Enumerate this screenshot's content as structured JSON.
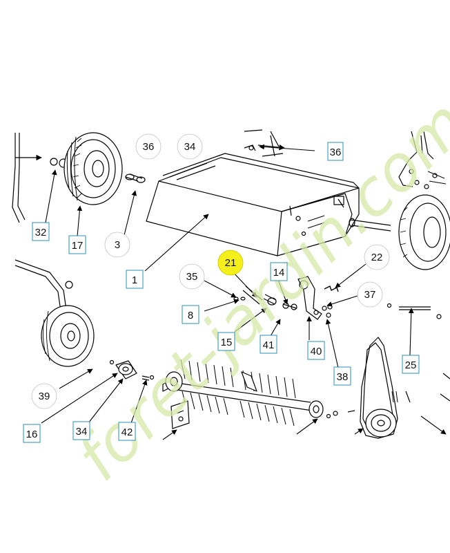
{
  "watermark": {
    "text": "foret-jardin.com",
    "color": "#cfe3a0"
  },
  "highlight_color": "#f5ef1a",
  "callouts": [
    {
      "id": "c-36a",
      "label": "36",
      "shape": "circle"
    },
    {
      "id": "c-34a",
      "label": "34",
      "shape": "circle"
    },
    {
      "id": "c-36b",
      "label": "36",
      "shape": "box"
    },
    {
      "id": "c-32",
      "label": "32",
      "shape": "box"
    },
    {
      "id": "c-17",
      "label": "17",
      "shape": "box"
    },
    {
      "id": "c-3",
      "label": "3",
      "shape": "circle"
    },
    {
      "id": "c-1",
      "label": "1",
      "shape": "box"
    },
    {
      "id": "c-21",
      "label": "21",
      "shape": "circle",
      "highlighted": true
    },
    {
      "id": "c-14",
      "label": "14",
      "shape": "box"
    },
    {
      "id": "c-22",
      "label": "22",
      "shape": "circle"
    },
    {
      "id": "c-35",
      "label": "35",
      "shape": "circle"
    },
    {
      "id": "c-37",
      "label": "37",
      "shape": "circle"
    },
    {
      "id": "c-8",
      "label": "8",
      "shape": "box"
    },
    {
      "id": "c-15",
      "label": "15",
      "shape": "box"
    },
    {
      "id": "c-41",
      "label": "41",
      "shape": "box"
    },
    {
      "id": "c-40",
      "label": "40",
      "shape": "box"
    },
    {
      "id": "c-38",
      "label": "38",
      "shape": "box"
    },
    {
      "id": "c-25",
      "label": "25",
      "shape": "box"
    },
    {
      "id": "c-39",
      "label": "39",
      "shape": "circle"
    },
    {
      "id": "c-16",
      "label": "16",
      "shape": "box"
    },
    {
      "id": "c-34b",
      "label": "34",
      "shape": "box"
    },
    {
      "id": "c-42",
      "label": "42",
      "shape": "box"
    }
  ]
}
